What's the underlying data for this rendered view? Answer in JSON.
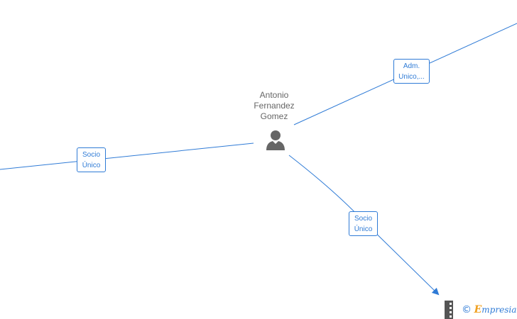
{
  "person": {
    "name_lines": [
      "Antonio",
      "Fernandez",
      "Gomez"
    ],
    "icon": "person-icon"
  },
  "relations": [
    {
      "id": "adm",
      "lines": [
        "Adm.",
        "Unico,..."
      ]
    },
    {
      "id": "left",
      "lines": [
        "Socio",
        "Único"
      ]
    },
    {
      "id": "down",
      "lines": [
        "Socio",
        "Único"
      ]
    }
  ],
  "footer": {
    "copyright_symbol": "©",
    "brand_initial": "E",
    "brand_rest": "mpresia"
  },
  "colors": {
    "edge": "#2f7bd6",
    "person_icon": "#666666",
    "brand_accent": "#f0a020"
  }
}
